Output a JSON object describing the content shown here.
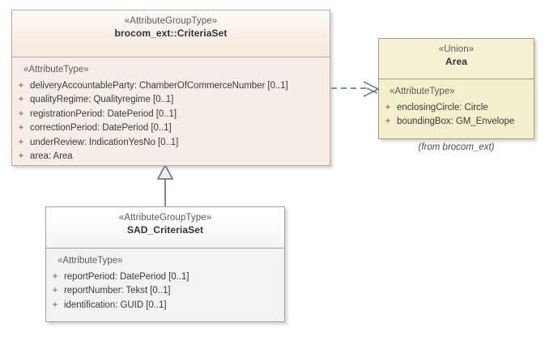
{
  "diagram": {
    "type": "uml-class-diagram",
    "classes": [
      {
        "id": "criteria-set",
        "stereotype": "«AttributeGroupType»",
        "name": "brocom_ext::CriteriaSet",
        "compartment_stereotype": "«AttributeType»",
        "attributes": [
          {
            "visibility": "+",
            "text": "deliveryAccountableParty: ChamberOfCommerceNumber [0..1]"
          },
          {
            "visibility": "+",
            "text": "qualityRegime: Qualityregime [0..1]"
          },
          {
            "visibility": "+",
            "text": "registrationPeriod: DatePeriod [0..1]"
          },
          {
            "visibility": "+",
            "text": "correctionPeriod: DatePeriod [0..1]"
          },
          {
            "visibility": "+",
            "text": "underReview: IndicationYesNo [0..1]"
          },
          {
            "visibility": "+",
            "text": "area: Area"
          }
        ]
      },
      {
        "id": "area-union",
        "stereotype": "«Union»",
        "name": "Area",
        "compartment_stereotype": "«AttributeType»",
        "from_package": "(from brocom_ext)",
        "attributes": [
          {
            "visibility": "+",
            "text": "enclosingCircle: Circle"
          },
          {
            "visibility": "+",
            "text": "boundingBox: GM_Envelope"
          }
        ]
      },
      {
        "id": "sad-criteria-set",
        "stereotype": "«AttributeGroupType»",
        "name": "SAD_CriteriaSet",
        "compartment_stereotype": "«AttributeType»",
        "attributes": [
          {
            "visibility": "+",
            "text": "reportPeriod: DatePeriod [0..1]"
          },
          {
            "visibility": "+",
            "text": "reportNumber: Tekst [0..1]"
          },
          {
            "visibility": "+",
            "text": "identification: GUID [0..1]"
          }
        ]
      }
    ],
    "connectors": [
      {
        "id": "dependency-criteriaset-area",
        "kind": "dependency",
        "style": "dashed",
        "arrowhead": "open",
        "source": "brocom_ext::CriteriaSet",
        "target": "Area"
      },
      {
        "id": "generalization-sad-criteriaset",
        "kind": "generalization",
        "style": "solid",
        "arrowhead": "hollow-triangle",
        "source": "SAD_CriteriaSet",
        "target": "brocom_ext::CriteriaSet"
      }
    ]
  },
  "colors": {
    "background": "#ffffff",
    "criteria_set_fill": "#f7efe7",
    "criteria_set_border": "#c2a79e",
    "area_fill": "#f3f1cd",
    "area_border": "#a89878",
    "sad_fill": "#f3f3f3",
    "sad_border": "#aaa09c",
    "connector": "#5a6a8c",
    "visibility_marker": "#8a4b40",
    "attribute_text": "#3a3a3a",
    "stereotype_text": "#5b5b5b"
  }
}
